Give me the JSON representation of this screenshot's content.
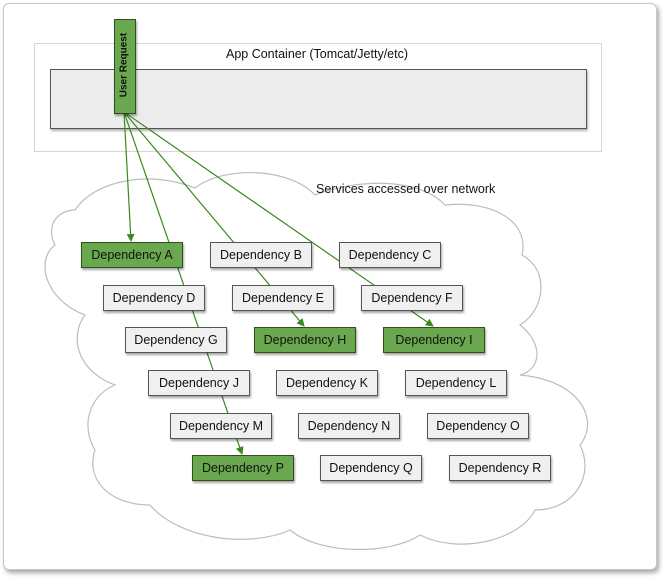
{
  "app_container": {
    "title": "App Container (Tomcat/Jetty/etc)"
  },
  "request": {
    "label": "User Request",
    "color": "#6aa84f"
  },
  "network": {
    "caption": "Services accessed over network"
  },
  "dependencies": [
    {
      "label": "Dependency A",
      "highlighted": true
    },
    {
      "label": "Dependency B",
      "highlighted": false
    },
    {
      "label": "Dependency C",
      "highlighted": false
    },
    {
      "label": "Dependency D",
      "highlighted": false
    },
    {
      "label": "Dependency E",
      "highlighted": false
    },
    {
      "label": "Dependency F",
      "highlighted": false
    },
    {
      "label": "Dependency G",
      "highlighted": false
    },
    {
      "label": "Dependency H",
      "highlighted": true
    },
    {
      "label": "Dependency I",
      "highlighted": true
    },
    {
      "label": "Dependency J",
      "highlighted": false
    },
    {
      "label": "Dependency K",
      "highlighted": false
    },
    {
      "label": "Dependency L",
      "highlighted": false
    },
    {
      "label": "Dependency M",
      "highlighted": false
    },
    {
      "label": "Dependency N",
      "highlighted": false
    },
    {
      "label": "Dependency O",
      "highlighted": false
    },
    {
      "label": "Dependency P",
      "highlighted": true
    },
    {
      "label": "Dependency Q",
      "highlighted": false
    },
    {
      "label": "Dependency R",
      "highlighted": false
    }
  ],
  "connections": [
    {
      "from": "User Request",
      "to": "Dependency A"
    },
    {
      "from": "User Request",
      "to": "Dependency H"
    },
    {
      "from": "User Request",
      "to": "Dependency I"
    },
    {
      "from": "User Request",
      "to": "Dependency P"
    }
  ],
  "colors": {
    "highlight": "#6aa84f",
    "neutral": "#f0f0f0",
    "arrow": "#3a8a1e"
  }
}
